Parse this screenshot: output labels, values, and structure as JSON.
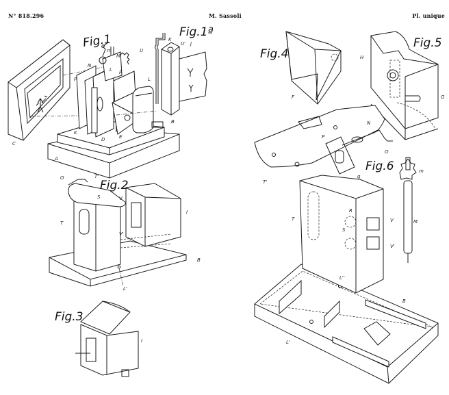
{
  "header": {
    "patent_number": "N° 818.296",
    "inventor": "M. Sassoli",
    "plate": "Pl. unique"
  },
  "figures": [
    {
      "id": "fig1",
      "label": "Fig.1",
      "refs": [
        "A",
        "B",
        "C",
        "D",
        "E",
        "F",
        "K",
        "L",
        "M",
        "N",
        "O",
        "P",
        "m"
      ]
    },
    {
      "id": "fig1a",
      "label": "Fig.1ª",
      "refs": [
        "K",
        "U",
        "U'",
        "J",
        "L",
        "B"
      ]
    },
    {
      "id": "fig2",
      "label": "Fig.2",
      "refs": [
        "O",
        "T'",
        "S",
        "V",
        "T",
        "V'",
        "I",
        "B",
        "L'"
      ]
    },
    {
      "id": "fig3",
      "label": "Fig.3",
      "refs": [
        "I"
      ]
    },
    {
      "id": "fig4",
      "label": "Fig.4",
      "refs": [
        "F"
      ]
    },
    {
      "id": "fig5",
      "label": "Fig.5",
      "refs": [
        "H",
        "G"
      ]
    },
    {
      "id": "fig6",
      "label": "Fig.6",
      "refs": [
        "N",
        "P",
        "O",
        "g",
        "T'",
        "T",
        "R",
        "S",
        "V",
        "V'",
        "M",
        "m",
        "B",
        "L'",
        "L''"
      ]
    }
  ],
  "refs": {
    "A": "A",
    "B": "B",
    "C": "C",
    "D": "D",
    "E": "E",
    "F": "F",
    "G": "G",
    "H": "H",
    "I": "I",
    "J": "J",
    "K": "K",
    "L": "L",
    "M": "M",
    "N": "N",
    "O": "O",
    "P": "P",
    "R": "R",
    "S": "S",
    "T": "T",
    "U": "U",
    "V": "V",
    "m": "m",
    "g": "g",
    "Tp": "T'",
    "Vp": "V'",
    "Lp": "L'",
    "Lpp": "L''",
    "Up": "U'"
  }
}
